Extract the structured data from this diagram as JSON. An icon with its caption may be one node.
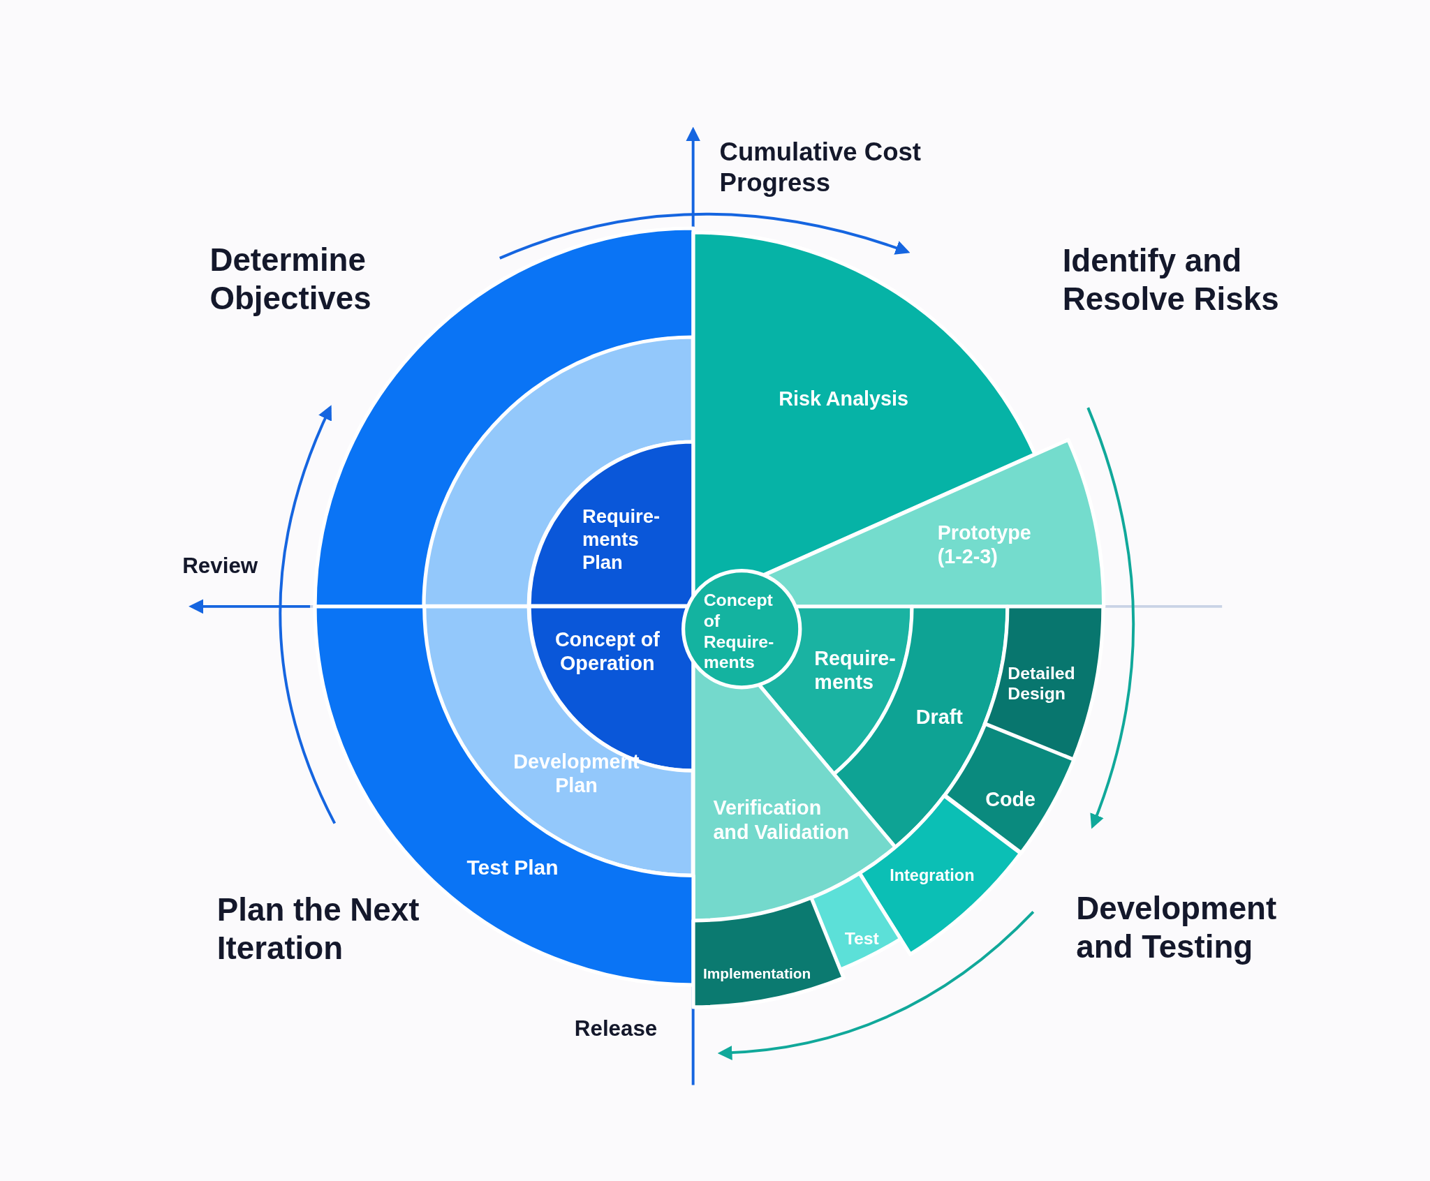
{
  "diagram": {
    "nodes": [
      {
        "text": [],
        "shape": "sector"
      },
      {
        "text": [],
        "shape": "sector"
      },
      {
        "text": [
          "Require- ments Plan"
        ]
      },
      {
        "text": [
          "Risk Analysis"
        ]
      },
      {
        "text": [
          "Prototype (1-2-3)"
        ]
      },
      {
        "text": [
          "Concept of Require- ments"
        ]
      },
      {
        "text": [
          "Concept of Operation"
        ]
      },
      {
        "text": [
          "Require- ments"
        ]
      },
      {
        "text": [
          "Draft"
        ]
      },
      {
        "text": [
          "Detailed Design"
        ]
      },
      {
        "text": [
          "Code"
        ]
      },
      {
        "text": [
          "Development Plan"
        ]
      },
      {
        "text": [
          "Verification and Validation"
        ]
      },
      {
        "text": [
          "Integration"
        ]
      },
      {
        "text": [
          "Test Plan"
        ]
      },
      {
        "text": [
          "Test"
        ]
      },
      {
        "text": [
          "Implementation"
        ]
      }
    ],
    "edges": [],
    "labels": [
      "Cumulative Cost Progress",
      "Determine Objectives",
      "Identify and Resolve Risks",
      "Review",
      "Plan the Next Iteration",
      "Development and Testing",
      "Release"
    ]
  }
}
